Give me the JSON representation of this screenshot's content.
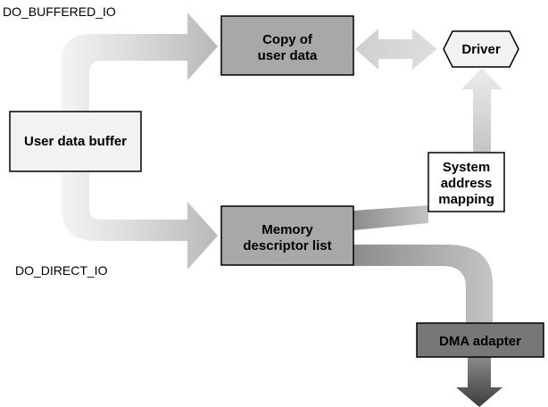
{
  "labels": {
    "buffered_io": "DO_BUFFERED_IO",
    "direct_io": "DO_DIRECT_IO"
  },
  "nodes": {
    "user_buffer": "User data buffer",
    "copy_user_data": [
      "Copy of",
      "user data"
    ],
    "driver": "Driver",
    "mdl": [
      "Memory",
      "descriptor list"
    ],
    "system_mapping": [
      "System",
      "address",
      "mapping"
    ],
    "dma_adapter": "DMA adapter"
  },
  "colors": {
    "light_box": "#f2f2f2",
    "gray_box": "#a8a8a8",
    "dark_box": "#777777",
    "arrow_light": "#ececec",
    "arrow_dark": "#3c3c3c"
  }
}
